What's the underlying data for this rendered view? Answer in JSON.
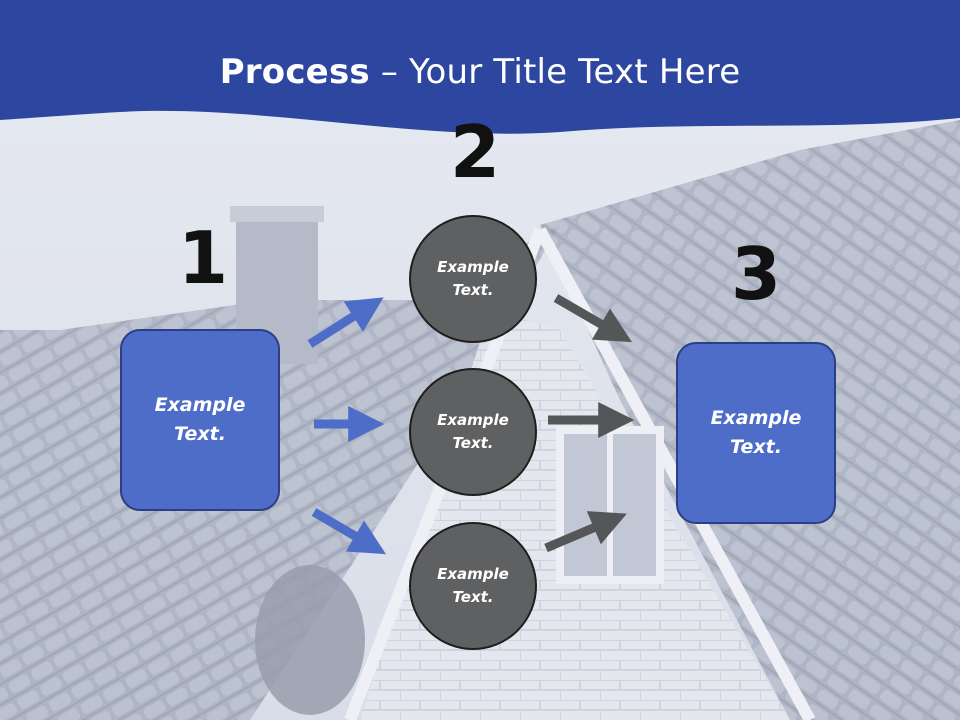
{
  "title": {
    "bold": "Process",
    "rest": " – Your Title Text Here"
  },
  "steps": {
    "n1": "1",
    "n2": "2",
    "n3": "3"
  },
  "left_box": {
    "text": "Example Text."
  },
  "right_box": {
    "text": "Example Text."
  },
  "circles": [
    {
      "text": "Example Text."
    },
    {
      "text": "Example Text."
    },
    {
      "text": "Example Text."
    }
  ],
  "colors": {
    "header": "#2d46a0",
    "box": "#4e6dc8",
    "circle": "#5f6062",
    "arrow_blue": "#4e6dc8",
    "arrow_gray": "#555657"
  }
}
